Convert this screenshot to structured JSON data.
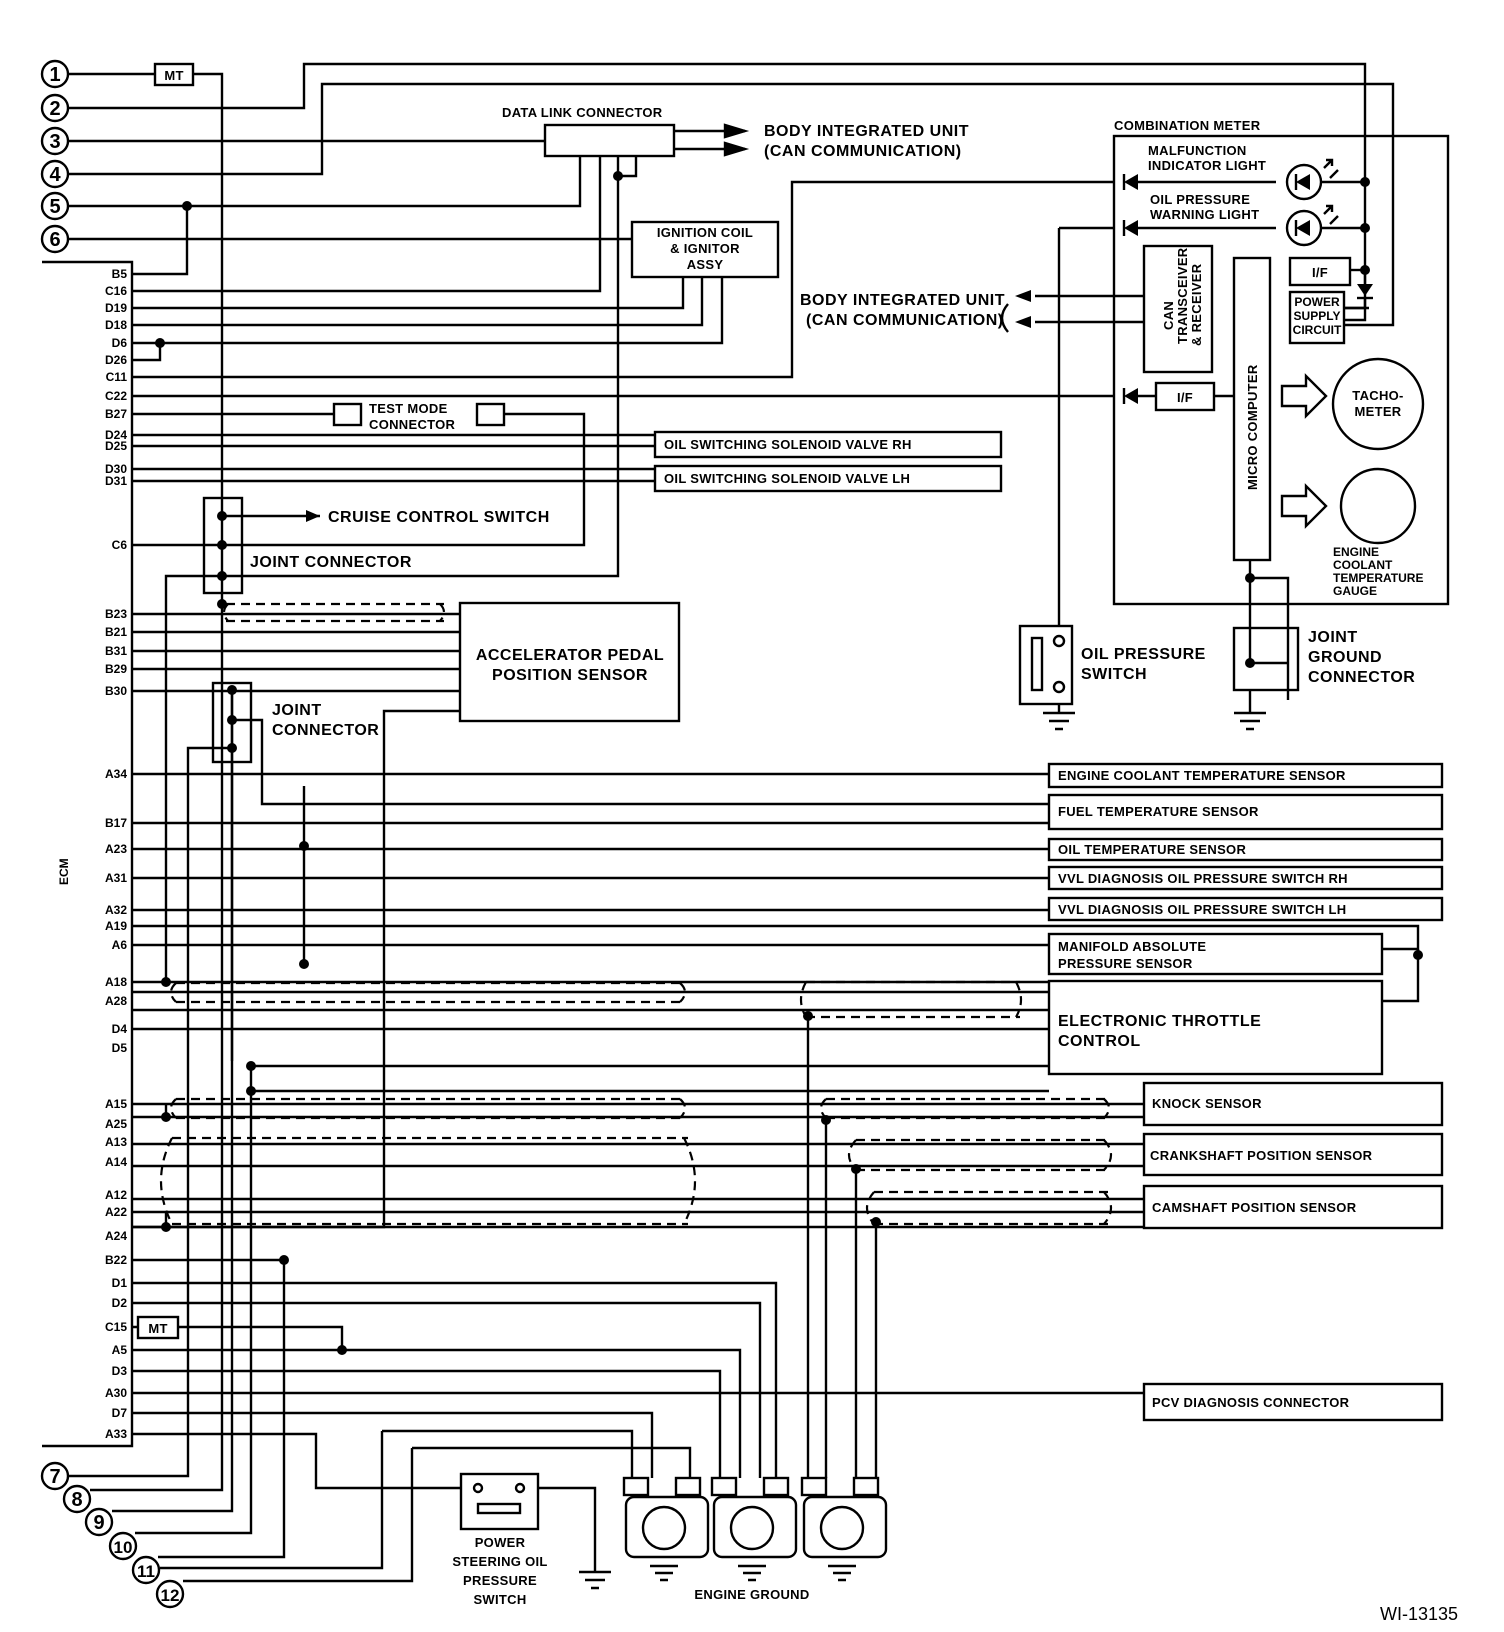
{
  "title_id": "WI-13135",
  "ecm_label": "ECM",
  "connector_refs": [
    "1",
    "2",
    "3",
    "4",
    "5",
    "6",
    "7",
    "8",
    "9",
    "10",
    "11",
    "12"
  ],
  "mt_labels": [
    "MT",
    "MT"
  ],
  "ecm_pins_upper": [
    "B5",
    "C16",
    "D19",
    "D18",
    "D6",
    "D26",
    "C11",
    "C22",
    "B27",
    "D24",
    "D25",
    "D30",
    "D31",
    "C6"
  ],
  "ecm_pins_mid": [
    "B23",
    "B21",
    "B31",
    "B29",
    "B30",
    "A34",
    "B17",
    "A23",
    "A31",
    "A32",
    "A19",
    "A6"
  ],
  "ecm_pins_lower": [
    "A18",
    "A28",
    "D4",
    "D5",
    "A15",
    "A25",
    "A13",
    "A14",
    "A12",
    "A22",
    "A24",
    "B22",
    "D1",
    "D2",
    "C15",
    "A5",
    "D3",
    "A30",
    "D7",
    "A33"
  ],
  "labels": {
    "data_link_connector": "DATA LINK CONNECTOR",
    "body_integrated_unit_1": "BODY INTEGRATED UNIT",
    "can_communication_1": "(CAN COMMUNICATION)",
    "body_integrated_unit_2": "BODY INTEGRATED UNIT",
    "can_communication_2": "(CAN COMMUNICATION)",
    "ignition_coil": [
      "IGNITION COIL",
      "& IGNITOR",
      "ASSY"
    ],
    "test_mode_connector": [
      "TEST MODE",
      "CONNECTOR"
    ],
    "oil_switching_rh": "OIL SWITCHING SOLENOID VALVE RH",
    "oil_switching_lh": "OIL SWITCHING SOLENOID VALVE LH",
    "cruise_control_switch": "CRUISE CONTROL SWITCH",
    "joint_connector_1": "JOINT CONNECTOR",
    "joint_connector_2": [
      "JOINT",
      "CONNECTOR"
    ],
    "accelerator_pedal": [
      "ACCELERATOR PEDAL",
      "POSITION SENSOR"
    ],
    "combination_meter": "COMBINATION METER",
    "malfunction_indicator": [
      "MALFUNCTION",
      "INDICATOR LIGHT"
    ],
    "oil_pressure_warning": [
      "OIL PRESSURE",
      "WARNING LIGHT"
    ],
    "can_transceiver": [
      "CAN",
      "TRANSCEIVER",
      "& RECEIVER"
    ],
    "micro_computer": "MICRO COMPUTER",
    "if_labels": [
      "I/F",
      "I/F"
    ],
    "power_supply_circuit": [
      "POWER",
      "SUPPLY",
      "CIRCUIT"
    ],
    "tachometer": [
      "TACHO-",
      "METER"
    ],
    "engine_coolant_gauge": [
      "ENGINE",
      "COOLANT",
      "TEMPERATURE",
      "GAUGE"
    ],
    "oil_pressure_switch": [
      "OIL PRESSURE",
      "SWITCH"
    ],
    "joint_ground_connector": [
      "JOINT",
      "GROUND",
      "CONNECTOR"
    ],
    "engine_coolant_sensor": "ENGINE COOLANT TEMPERATURE SENSOR",
    "fuel_temp_sensor": "FUEL TEMPERATURE SENSOR",
    "oil_temp_sensor": "OIL TEMPERATURE SENSOR",
    "vvl_rh": "VVL DIAGNOSIS OIL PRESSURE SWITCH RH",
    "vvl_lh": "VVL DIAGNOSIS OIL PRESSURE SWITCH LH",
    "manifold_pressure": [
      "MANIFOLD ABSOLUTE",
      "PRESSURE SENSOR"
    ],
    "electronic_throttle": [
      "ELECTRONIC THROTTLE",
      "CONTROL"
    ],
    "knock_sensor": "KNOCK SENSOR",
    "crankshaft_sensor": "CRANKSHAFT POSITION SENSOR",
    "camshaft_sensor": "CAMSHAFT POSITION SENSOR",
    "pcv_connector": "PCV DIAGNOSIS CONNECTOR",
    "power_steering_switch": [
      "POWER",
      "STEERING OIL",
      "PRESSURE",
      "SWITCH"
    ],
    "engine_ground": "ENGINE GROUND"
  }
}
